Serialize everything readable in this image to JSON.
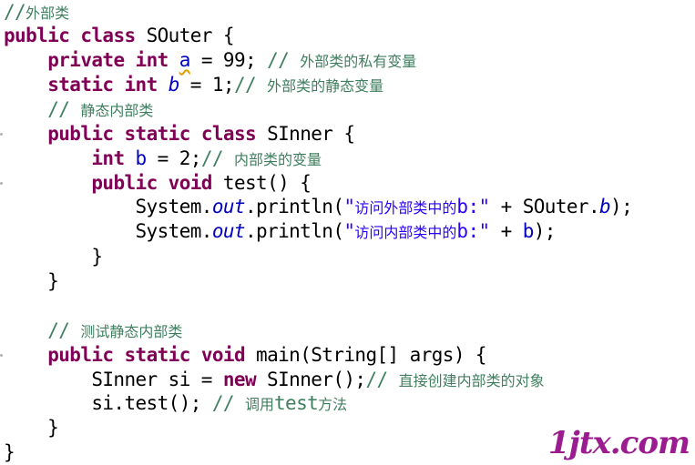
{
  "editor": {
    "lines": [
      {
        "parts": [
          {
            "t": "//外部类",
            "c": "cm"
          }
        ]
      },
      {
        "parts": [
          {
            "t": "public",
            "c": "kw"
          },
          {
            "t": " "
          },
          {
            "t": "class",
            "c": "kw"
          },
          {
            "t": " SOuter {"
          }
        ]
      },
      {
        "parts": [
          {
            "t": "    "
          },
          {
            "t": "private",
            "c": "kw"
          },
          {
            "t": " "
          },
          {
            "t": "int",
            "c": "kw"
          },
          {
            "t": " "
          },
          {
            "t": "a",
            "c": "var warn"
          },
          {
            "t": " = 99; "
          },
          {
            "t": "// 外部类的私有变量",
            "c": "cm"
          }
        ]
      },
      {
        "parts": [
          {
            "t": "    "
          },
          {
            "t": "static",
            "c": "kw"
          },
          {
            "t": " "
          },
          {
            "t": "int",
            "c": "kw"
          },
          {
            "t": " "
          },
          {
            "t": "b",
            "c": "sfld"
          },
          {
            "t": " = 1;"
          },
          {
            "t": "// 外部类的静态变量",
            "c": "cm"
          }
        ]
      },
      {
        "parts": [
          {
            "t": "    "
          },
          {
            "t": "// 静态内部类",
            "c": "cm"
          }
        ]
      },
      {
        "parts": [
          {
            "t": "    "
          },
          {
            "t": "public",
            "c": "kw"
          },
          {
            "t": " "
          },
          {
            "t": "static",
            "c": "kw"
          },
          {
            "t": " "
          },
          {
            "t": "class",
            "c": "kw"
          },
          {
            "t": " SInner {"
          }
        ]
      },
      {
        "parts": [
          {
            "t": "        "
          },
          {
            "t": "int",
            "c": "kw"
          },
          {
            "t": " "
          },
          {
            "t": "b",
            "c": "var"
          },
          {
            "t": " = 2;"
          },
          {
            "t": "// 内部类的变量",
            "c": "cm"
          }
        ]
      },
      {
        "parts": [
          {
            "t": "        "
          },
          {
            "t": "public",
            "c": "kw"
          },
          {
            "t": " "
          },
          {
            "t": "void",
            "c": "kw"
          },
          {
            "t": " test() {"
          }
        ]
      },
      {
        "parts": [
          {
            "t": "            System."
          },
          {
            "t": "out",
            "c": "fld"
          },
          {
            "t": ".println("
          },
          {
            "t": "\"访问外部类中的b:\"",
            "c": "st"
          },
          {
            "t": " + SOuter."
          },
          {
            "t": "b",
            "c": "sfld"
          },
          {
            "t": ");"
          }
        ]
      },
      {
        "parts": [
          {
            "t": "            System."
          },
          {
            "t": "out",
            "c": "fld"
          },
          {
            "t": ".println("
          },
          {
            "t": "\"访问内部类中的b:\"",
            "c": "st"
          },
          {
            "t": " + "
          },
          {
            "t": "b",
            "c": "var"
          },
          {
            "t": ");"
          }
        ]
      },
      {
        "parts": [
          {
            "t": "        }"
          }
        ]
      },
      {
        "parts": [
          {
            "t": "    }"
          }
        ]
      },
      {
        "parts": [
          {
            "t": ""
          }
        ]
      },
      {
        "parts": [
          {
            "t": "    "
          },
          {
            "t": "// 测试静态内部类",
            "c": "cm"
          }
        ]
      },
      {
        "parts": [
          {
            "t": "    "
          },
          {
            "t": "public",
            "c": "kw"
          },
          {
            "t": " "
          },
          {
            "t": "static",
            "c": "kw"
          },
          {
            "t": " "
          },
          {
            "t": "void",
            "c": "kw"
          },
          {
            "t": " main(String[] args) {"
          }
        ]
      },
      {
        "parts": [
          {
            "t": "        SInner si = "
          },
          {
            "t": "new",
            "c": "kw"
          },
          {
            "t": " SInner();"
          },
          {
            "t": "// 直接创建内部类的对象",
            "c": "cm"
          }
        ]
      },
      {
        "parts": [
          {
            "t": "        si.test(); "
          },
          {
            "t": "// 调用test方法",
            "c": "cm"
          }
        ]
      },
      {
        "parts": [
          {
            "t": "    }"
          }
        ]
      },
      {
        "parts": [
          {
            "t": "}"
          }
        ]
      }
    ]
  },
  "watermark": "1jtx.com"
}
